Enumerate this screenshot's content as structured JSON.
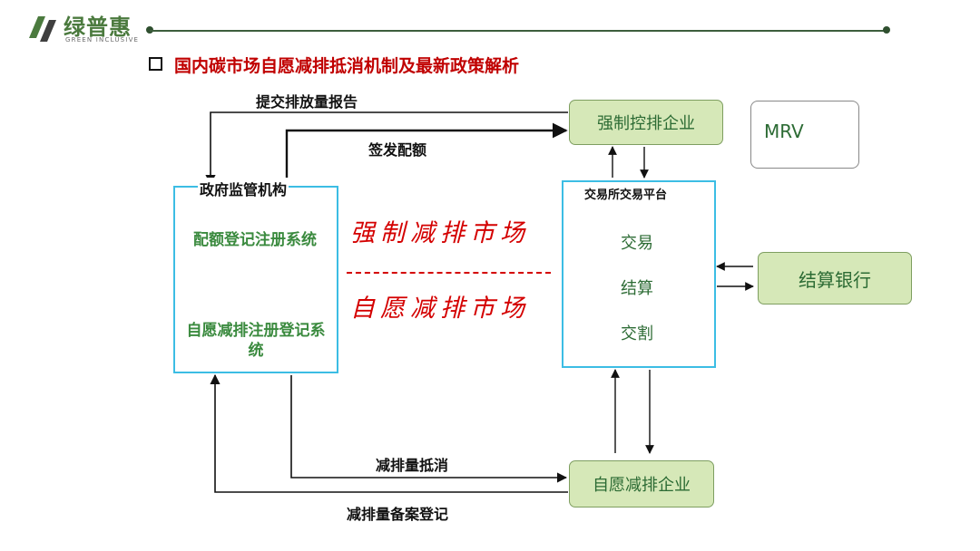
{
  "header": {
    "brand_name": "绿普惠",
    "brand_sub": "GREEN INCLUSIVE",
    "title": "国内碳市场自愿减排抵消机制及最新政策解析",
    "brand_color": "#4b7a3e",
    "title_color": "#c00000"
  },
  "diagram": {
    "gov_box": {
      "header": "政府监管机构",
      "system_1": "配额登记注册系统",
      "system_2": "自愿减排注册登记系统"
    },
    "exchange_box": {
      "header": "交易所交易平台",
      "item_1": "交易",
      "item_2": "结算",
      "item_3": "交割"
    },
    "mandatory_enterprise": "强制控排企业",
    "voluntary_enterprise": "自愿减排企业",
    "settlement_bank": "结算银行",
    "mrv": "MRV",
    "mandatory_market": "强制减排市场",
    "voluntary_market": "自愿减排市场",
    "arrow_labels": {
      "submit_report": "提交排放量报告",
      "issue_quota": "签发配额",
      "offset": "减排量抵消",
      "record_register": "减排量备案登记"
    },
    "colors": {
      "box_border": "#3cbde4",
      "green_fill": "#d6e8b8",
      "market_text": "#d40000",
      "system_text": "#3a8a3e"
    }
  }
}
